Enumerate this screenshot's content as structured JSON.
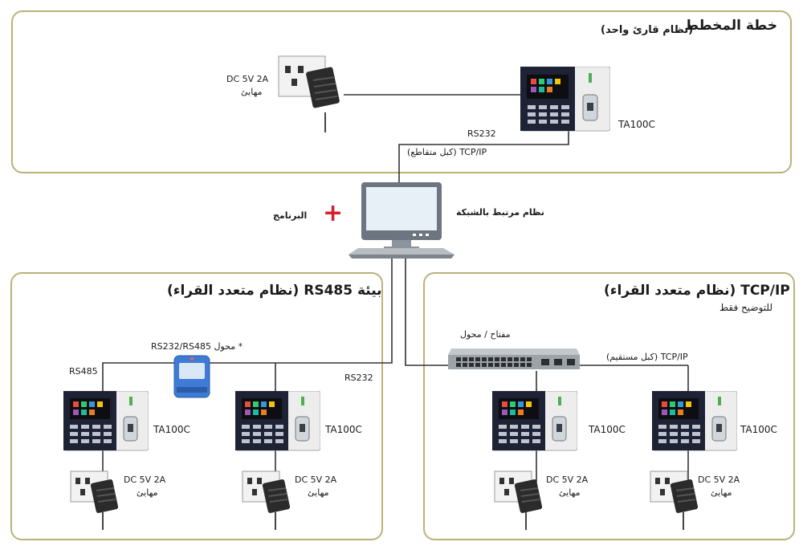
{
  "top": {
    "title": "خطة المخطط",
    "subtitle": "(نظام قارئ واحد)",
    "device": "TA100C",
    "power_spec": "DC 5V 2A",
    "power_label": "مهايئ",
    "link_label": "RS232",
    "cable_label": "TCP/IP (كبل متقاطع)"
  },
  "center": {
    "pc_label": "نظام مرتبط بالشبكة",
    "software_label": "البرنامج",
    "plus_symbol": "+"
  },
  "left": {
    "title": "بيئة RS485 (نظام متعدد القراء)",
    "converter_label": "* محول RS232/RS485",
    "rs485_label": "RS485",
    "rs232_label": "RS232",
    "devices": [
      {
        "name": "TA100C",
        "power_spec": "DC 5V 2A",
        "power_label": "مهايئ"
      },
      {
        "name": "TA100C",
        "power_spec": "DC 5V 2A",
        "power_label": "مهايئ"
      }
    ]
  },
  "right": {
    "title": "TCP/IP (نظام متعدد القراء)",
    "subtitle": "للتوضيح فقط",
    "switch_label": "مفتاح / محول",
    "cable_label": "TCP/IP (كبل مستقيم)",
    "devices": [
      {
        "name": "TA100C",
        "power_spec": "DC 5V 2A",
        "power_label": "مهايئ"
      },
      {
        "name": "TA100C",
        "power_spec": "DC 5V 2A",
        "power_label": "مهايئ"
      }
    ]
  },
  "colors": {
    "panel_border": "#b9b37a",
    "plus": "#d21f2b",
    "converter": "#3d7bd4",
    "wire": "#333333"
  }
}
